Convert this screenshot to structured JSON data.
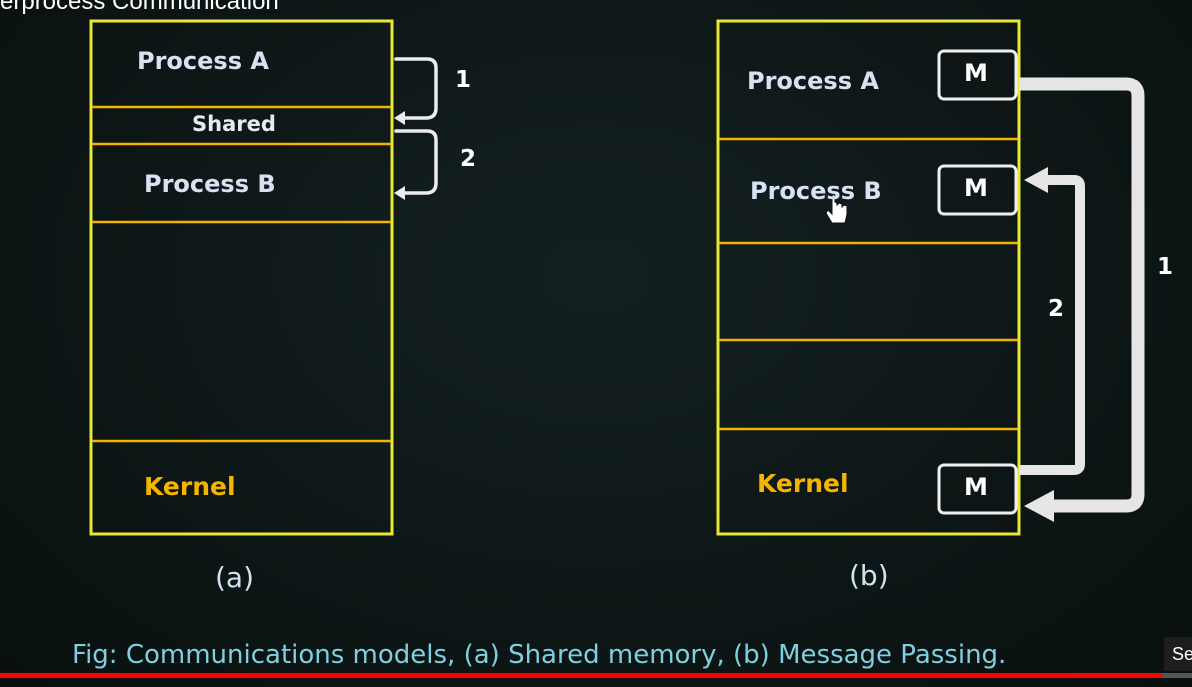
{
  "video": {
    "title": "erprocess Communication",
    "corner_tag": "Se",
    "progress": 0.975
  },
  "diagram_a": {
    "process_a": "Process A",
    "shared": "Shared",
    "process_b": "Process B",
    "kernel": "Kernel",
    "step_1": "1",
    "step_2": "2",
    "caption": "(a)"
  },
  "diagram_b": {
    "process_a": "Process A",
    "process_b": "Process B",
    "kernel": "Kernel",
    "message": "M",
    "step_1": "1",
    "step_2": "2",
    "caption": "(b)"
  },
  "figure_caption": "Fig: Communications models, (a)  Shared memory, (b) Message Passing.",
  "colors": {
    "border": "#e8e83a",
    "divider": "#f2b400",
    "kernel_text": "#f4b400",
    "arrow": "#ececec"
  }
}
